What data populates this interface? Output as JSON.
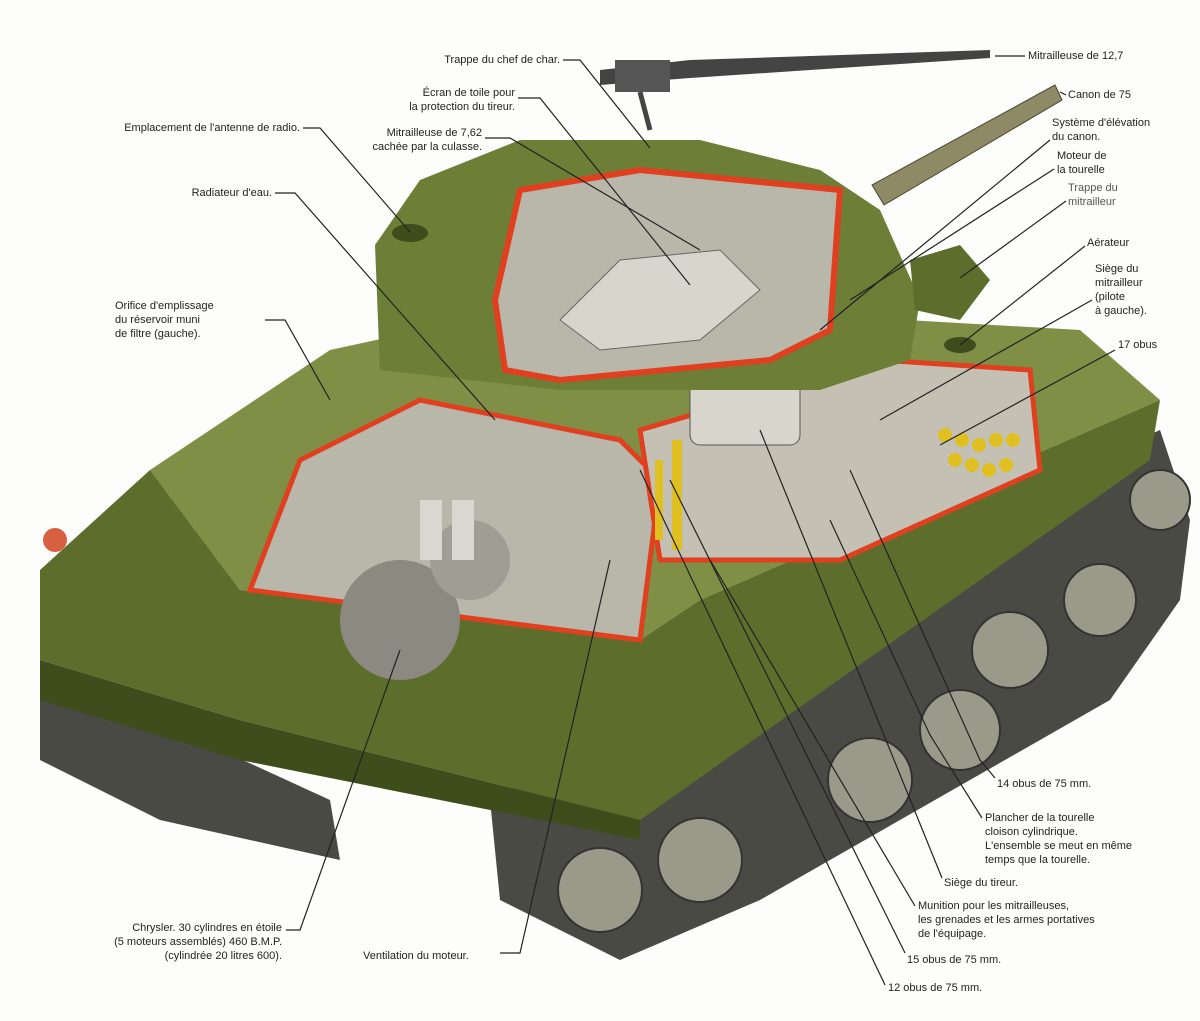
{
  "colors": {
    "hull": "#5d6e2c",
    "hull_light": "#7f8f45",
    "hull_dark": "#3f4d1c",
    "cutaway": "#e0401f",
    "track": "#4a4a44",
    "interior": "#b9b6aa",
    "shells": "#e0c020",
    "leader": "#222222"
  },
  "labels": {
    "trappe_chef": [
      "Trappe du chef de char."
    ],
    "ecran_toile": [
      "Écran de toile pour",
      "la protection du tireur."
    ],
    "mitrailleuse_762": [
      "Mitrailleuse de 7,62",
      "cachée par la culasse."
    ],
    "antenne": [
      "Emplacement de l'antenne de radio."
    ],
    "radiateur": [
      "Radiateur d'eau."
    ],
    "orifice": [
      "Orifice d'emplissage",
      "du réservoir muni",
      "de filtre (gauche)."
    ],
    "mitrailleuse_127": [
      "Mitrailleuse de 12,7"
    ],
    "canon": [
      "Canon de 75"
    ],
    "elevation": [
      "Système d'élévation",
      "du canon."
    ],
    "moteur_tourelle": [
      "Moteur de",
      "la tourelle"
    ],
    "trappe_mitrailleur": [
      "Trappe du",
      "mitrailleur"
    ],
    "aerateur": [
      "Aérateur"
    ],
    "siege_mitrailleur": [
      "Siège du",
      "mitrailleur",
      "(pilote",
      "à gauche)."
    ],
    "obus17": [
      "17 obus"
    ],
    "obus14": [
      "14 obus de 75 mm."
    ],
    "plancher": [
      "Plancher de la tourelle",
      "cloison cylindrique.",
      "L'ensemble se meut en même",
      "temps que la tourelle."
    ],
    "siege_tireur": [
      "Siège du tireur."
    ],
    "munition": [
      "Munition pour les mitrailleuses,",
      "les grenades et les armes portatives",
      "de l'équipage."
    ],
    "obus15": [
      "15 obus de 75 mm."
    ],
    "obus12": [
      "12 obus de 75 mm."
    ],
    "chrysler": [
      "Chrysler. 30 cylindres en étoile",
      "(5 moteurs assemblés) 460 B.M.P.",
      "(cylindrée 20 litres 600)."
    ],
    "ventilation": [
      "Ventilation du moteur."
    ]
  }
}
